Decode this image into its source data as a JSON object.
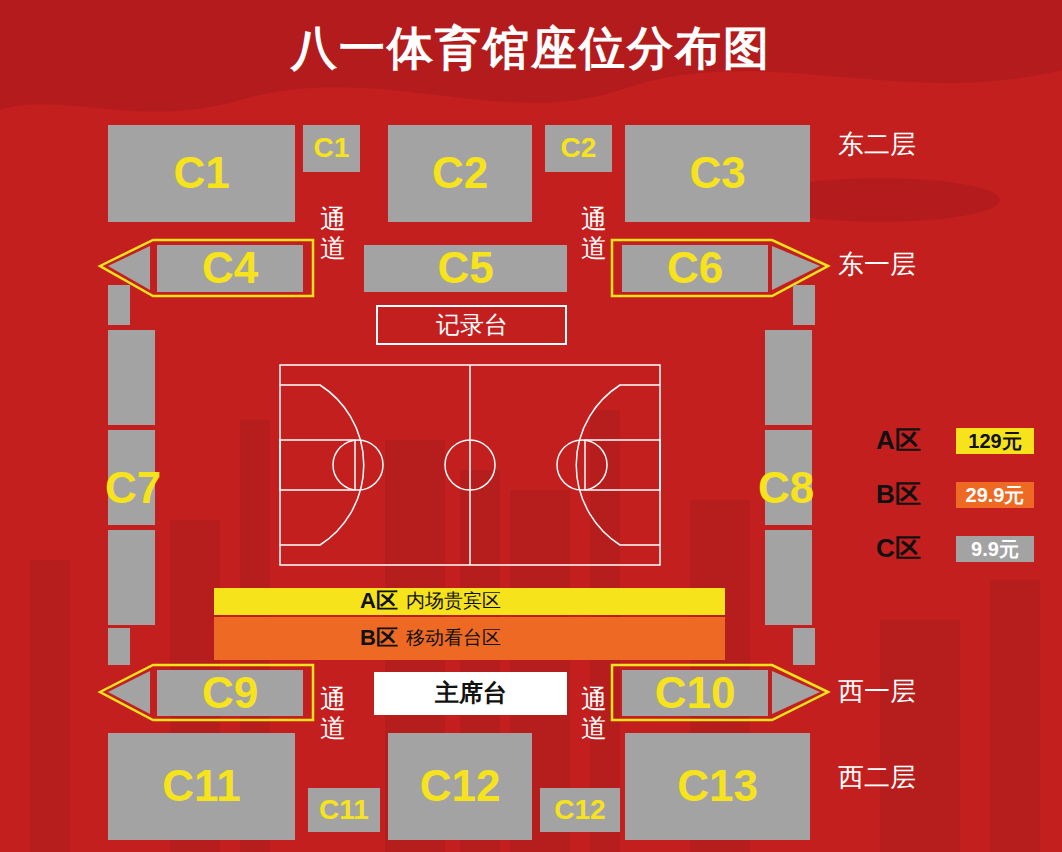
{
  "diagram": {
    "title": "八一体育馆座位分布图",
    "nodes": [
      {
        "text": [
          "C1"
        ]
      },
      {
        "text": [
          "C1"
        ]
      },
      {
        "text": [
          "C2"
        ]
      },
      {
        "text": [
          "C2"
        ]
      },
      {
        "text": [
          "C3"
        ]
      },
      {
        "text": [
          "C4"
        ]
      },
      {
        "text": [
          "C5"
        ]
      },
      {
        "text": [
          "C6"
        ]
      },
      {
        "text": [
          "记录台"
        ]
      },
      {
        "text": [
          "C7"
        ]
      },
      {
        "text": [
          "C8"
        ]
      },
      {
        "text": [
          "A区",
          "内场贵宾区"
        ]
      },
      {
        "text": [
          "B区",
          "移动看台区"
        ]
      },
      {
        "text": [
          "C9"
        ]
      },
      {
        "text": [
          "主席台"
        ]
      },
      {
        "text": [
          "C10"
        ]
      },
      {
        "text": [
          "C11"
        ]
      },
      {
        "text": [
          "C11"
        ]
      },
      {
        "text": [
          "C12"
        ]
      },
      {
        "text": [
          "C12"
        ]
      },
      {
        "text": [
          "C13"
        ]
      }
    ],
    "labels": [
      "东二层",
      "通道",
      "通道",
      "东一层",
      "西一层",
      "通道",
      "通道",
      "西二层",
      "129元",
      "29.9元",
      "9.9元"
    ],
    "legend": [
      {
        "text": "A区",
        "color": "#f7e31c"
      },
      {
        "text": "B区",
        "color": "#ee6a24"
      },
      {
        "text": "C区",
        "color": "#a3a3a3"
      }
    ]
  }
}
